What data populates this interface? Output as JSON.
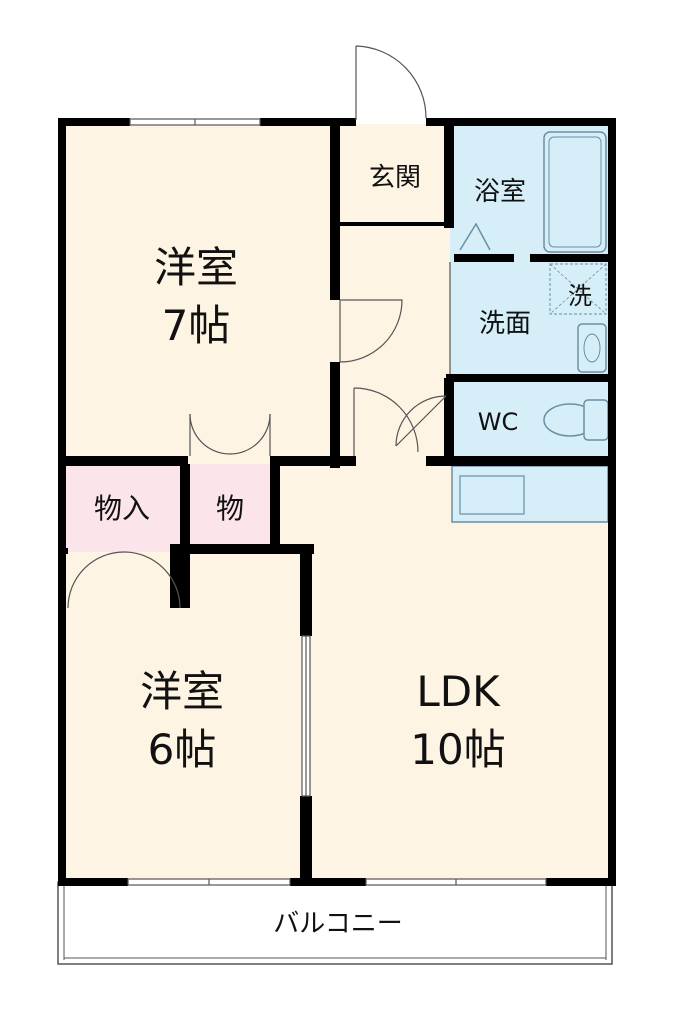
{
  "rooms": {
    "western_7": {
      "name": "洋室",
      "size": "7帖"
    },
    "western_6": {
      "name": "洋室",
      "size": "6帖"
    },
    "ldk": {
      "name": "LDK",
      "size": "10帖"
    },
    "entrance": {
      "name": "玄関"
    },
    "bath": {
      "name": "浴室"
    },
    "washroom": {
      "name": "洗面"
    },
    "washer": {
      "name": "洗"
    },
    "wc": {
      "name": "WC"
    },
    "closet_large": {
      "name": "物入"
    },
    "closet_small": {
      "name": "物"
    }
  },
  "balcony": {
    "name": "バルコニー"
  },
  "colors": {
    "room_fill": "#fdf4e3",
    "wet_area_fill": "#d6eef8",
    "storage_fill": "#fbe4ea",
    "wall": "#000000",
    "fixture_stroke": "#6a8fa3"
  }
}
